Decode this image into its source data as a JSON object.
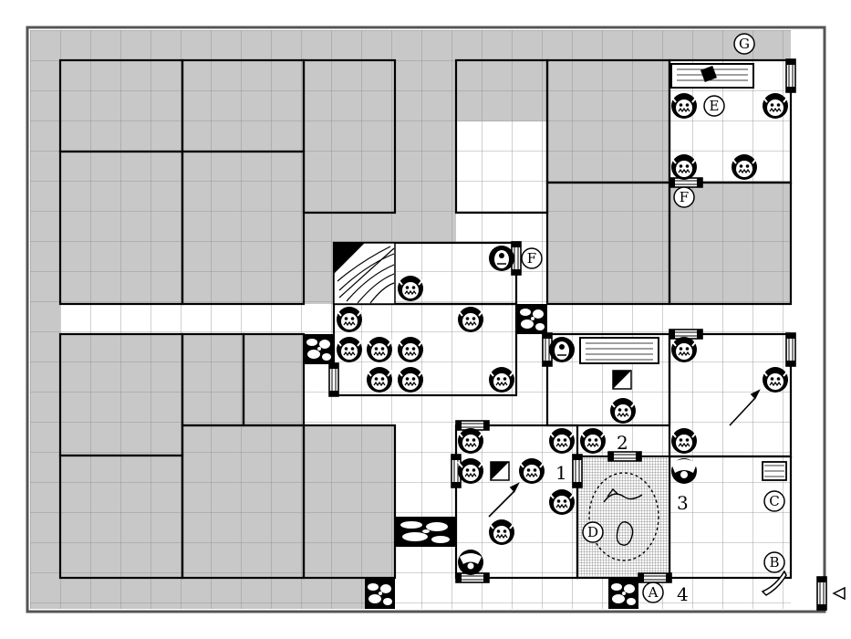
{
  "map": {
    "room_numbers": [
      {
        "id": "room-1",
        "text": "1"
      },
      {
        "id": "room-2",
        "text": "2"
      },
      {
        "id": "room-3",
        "text": "3"
      },
      {
        "id": "room-4",
        "text": "4"
      }
    ],
    "markers": [
      {
        "id": "A",
        "text": "A"
      },
      {
        "id": "B",
        "text": "B"
      },
      {
        "id": "C",
        "text": "C"
      },
      {
        "id": "D",
        "text": "D"
      },
      {
        "id": "E",
        "text": "E"
      },
      {
        "id": "F1",
        "text": "F"
      },
      {
        "id": "F2",
        "text": "F"
      },
      {
        "id": "G",
        "text": "G"
      }
    ],
    "colors": {
      "blocked": "#c8c8c8",
      "floor": "#ffffff",
      "grid": "#8a8a8a",
      "wall": "#000000",
      "rubble": "#000000",
      "pit_pattern": "#b8b8b8"
    },
    "icons": [
      "orc-monster-icon",
      "orc-chieftain-icon",
      "door-icon",
      "rubble-icon",
      "table-icon",
      "stairway-icon",
      "spear-icon",
      "pit-trap-icon",
      "bookcase-icon",
      "gargoyle-icon",
      "entry-arrow-icon"
    ]
  }
}
